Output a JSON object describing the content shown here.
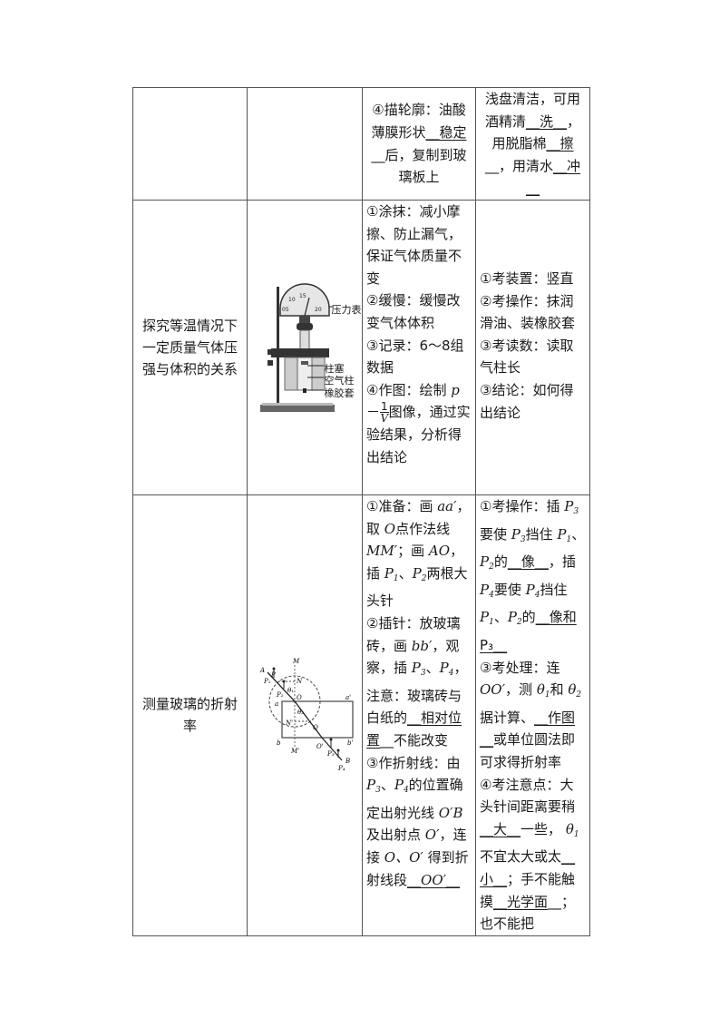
{
  "table": {
    "row1": {
      "col1": "",
      "col2": "",
      "col3": {
        "parts": [
          "④描轮廓：油酸薄膜形状",
          "稳定",
          "后，复制到玻璃板上"
        ]
      },
      "col4": {
        "parts": [
          "浅盘清洁，可用酒精清",
          "洗",
          "，用脱脂棉",
          "擦",
          "，用清水",
          "冲"
        ]
      }
    },
    "row2": {
      "col1": "探究等温情况下一定质量气体压强与体积的关系",
      "figure": {
        "gauge_ticks": [
          "05",
          "10",
          "15",
          "20"
        ],
        "labels": [
          "压力表",
          "柱塞",
          "空气柱",
          "橡胶套"
        ]
      },
      "col3": {
        "items": [
          "①涂抹：减小摩擦、防止漏气，保证气体质量不变",
          "②缓慢：缓慢改变气体体积",
          "③记录：6～8组数据"
        ],
        "item4_prefix": "④作图：绘制",
        "item4_var": "p",
        "item4_dash": "－",
        "item4_frac_num": "1",
        "item4_frac_den": "V",
        "item4_suffix": "图像，通过实验结果，分析得出结论"
      },
      "col4": {
        "items": [
          "①考装置：竖直",
          "②考操作：抹润滑油、装橡胶套",
          "③考读数：读取气柱长",
          "③结论：如何得出结论"
        ]
      }
    },
    "row3": {
      "col1": "测量玻璃的折射率",
      "figure": {
        "labels": [
          "A",
          "M",
          "P",
          "P₁",
          "N",
          "θ₁",
          "P₂",
          "O",
          "a",
          "a'",
          "N'",
          "θ₂",
          "Q",
          "b",
          "M'",
          "O'",
          "b'",
          "P₃",
          "B",
          "P₄"
        ]
      },
      "col3": {
        "i1_a": "①准备：画",
        "i1_aa": "aa′",
        "i1_b": "，取",
        "i1_O": "O",
        "i1_c": "点作法线",
        "i1_MM": "MM′",
        "i1_d": "；画",
        "i1_AO": "AO",
        "i1_e": "，插",
        "i1_f": "两根大头针",
        "i2_a": "②插针：放玻璃砖，画",
        "i2_bb": "bb′",
        "i2_b": "，观察，插",
        "i2_c": "，注意：玻璃砖与白纸的",
        "i2_blank": "相对位置",
        "i2_d": "不能改变",
        "i3_a": "③作折射线：由",
        "i3_b": "的位置确定出射光线",
        "i3_OB": "O′B",
        "i3_c": "及出射点",
        "i3_O2": "O′",
        "i3_d": "，连接",
        "i3_OO": "O、O′",
        "i3_e": "得到折射线段",
        "i3_blank": "OO′"
      },
      "col4": {
        "i1_a": "①考操作：插",
        "i1_b": "要使",
        "i1_c": "挡住",
        "i1_d": "的",
        "i1_blank1": "像",
        "i1_e": "，插",
        "i1_f": "要使",
        "i1_g": "挡住",
        "i1_h": "的",
        "i1_blank2": "像和P₃",
        "i3_a": "③考处理：连",
        "i3_OO": "OO′",
        "i3_b": "，测",
        "i3_c": "和",
        "i3_d": "据计算、",
        "i3_blank": "作图",
        "i3_e": "或单位圆法即可求得折射率",
        "i4_a": "④考注意点：大头针间距离要稍",
        "i4_blank1": "大",
        "i4_b": "一些，",
        "i4_c": "不宜太大或太",
        "i4_blank2": "小",
        "i4_d": "；手不能触摸",
        "i4_blank3": "光学面",
        "i4_e": "；也不能把"
      }
    }
  }
}
